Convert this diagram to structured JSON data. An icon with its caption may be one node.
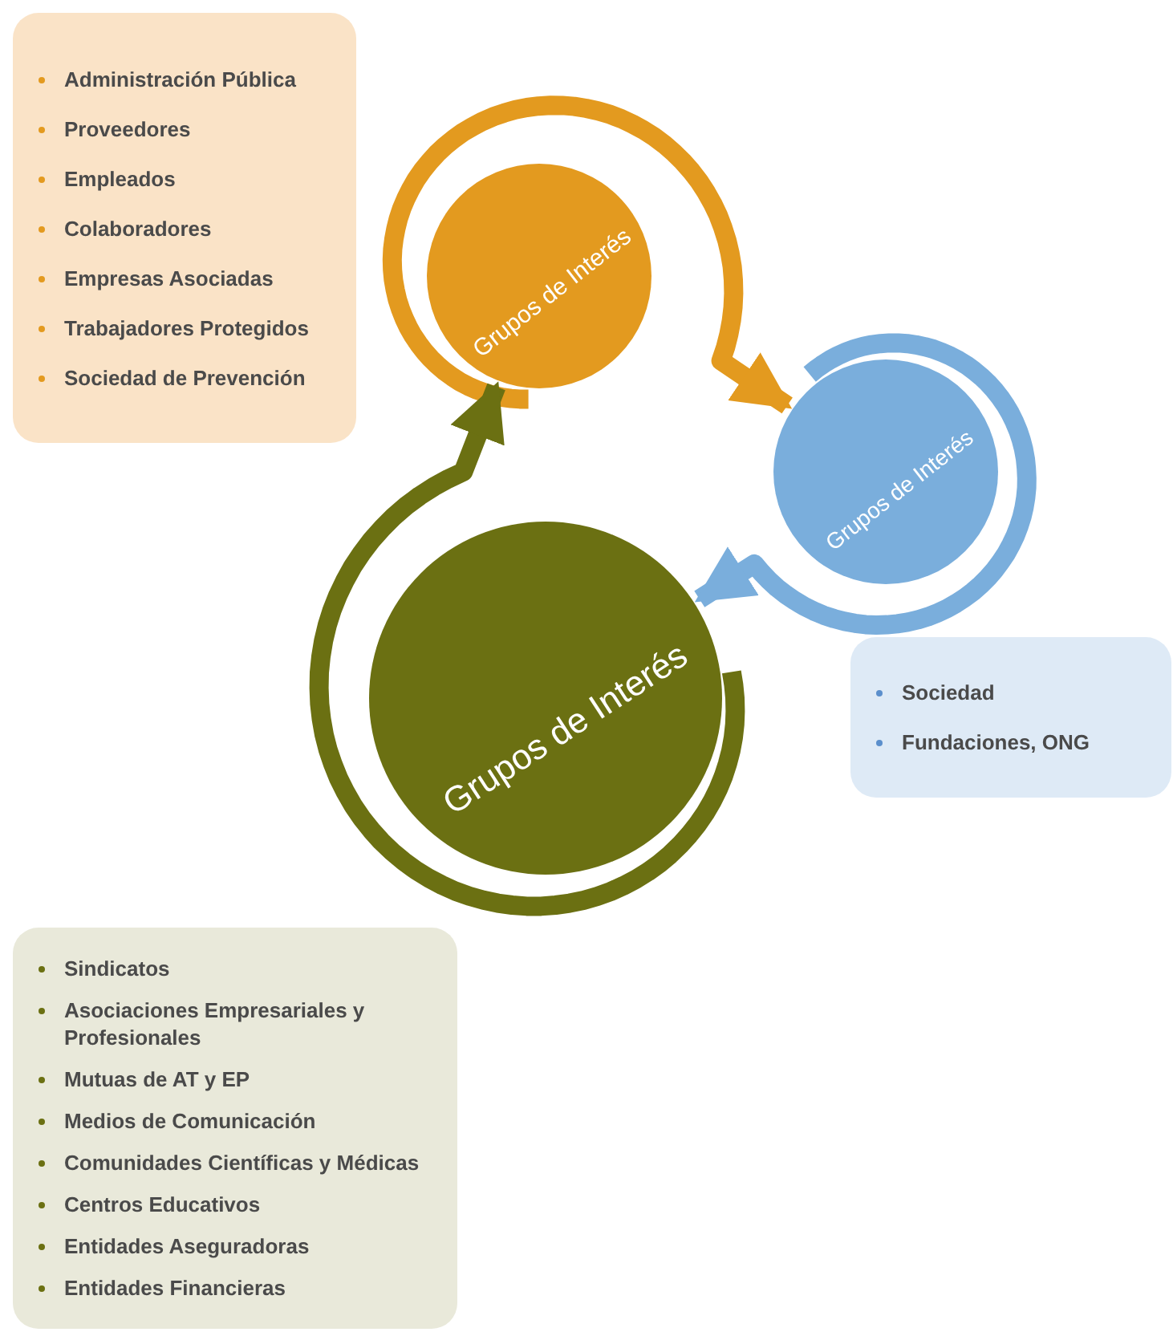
{
  "diagram": {
    "nodes": [
      {
        "text": [
          "Administración Pública",
          "Proveedores",
          "Empleados",
          "Colaboradores",
          "Empresas Asociadas",
          "Trabajadores Protegidos",
          "Sociedad de Prevención"
        ]
      },
      {
        "text": [
          "Grupos de Interés"
        ]
      },
      {
        "text": [
          "Grupos de Interés"
        ]
      },
      {
        "text": [
          "Sociedad",
          "Fundaciones, ONG"
        ]
      },
      {
        "text": [
          "Grupos de Interés"
        ]
      },
      {
        "text": [
          "Sindicatos",
          "Asociaciones Empresariales y Profesionales",
          "Mutuas de AT y EP",
          "Medios de Comunicación",
          "Comunidades Científicas y Médicas",
          "Centros Educativos",
          "Entidades Aseguradoras",
          "Entidades Financieras"
        ]
      }
    ],
    "edges": [
      {
        "from": 1,
        "to": 2,
        "arrow": "to",
        "color": "#e39a1f"
      },
      {
        "from": 2,
        "to": 4,
        "arrow": "to",
        "color": "#7aaedc"
      },
      {
        "from": 4,
        "to": 1,
        "arrow": "to",
        "color": "#6b7012"
      }
    ]
  }
}
